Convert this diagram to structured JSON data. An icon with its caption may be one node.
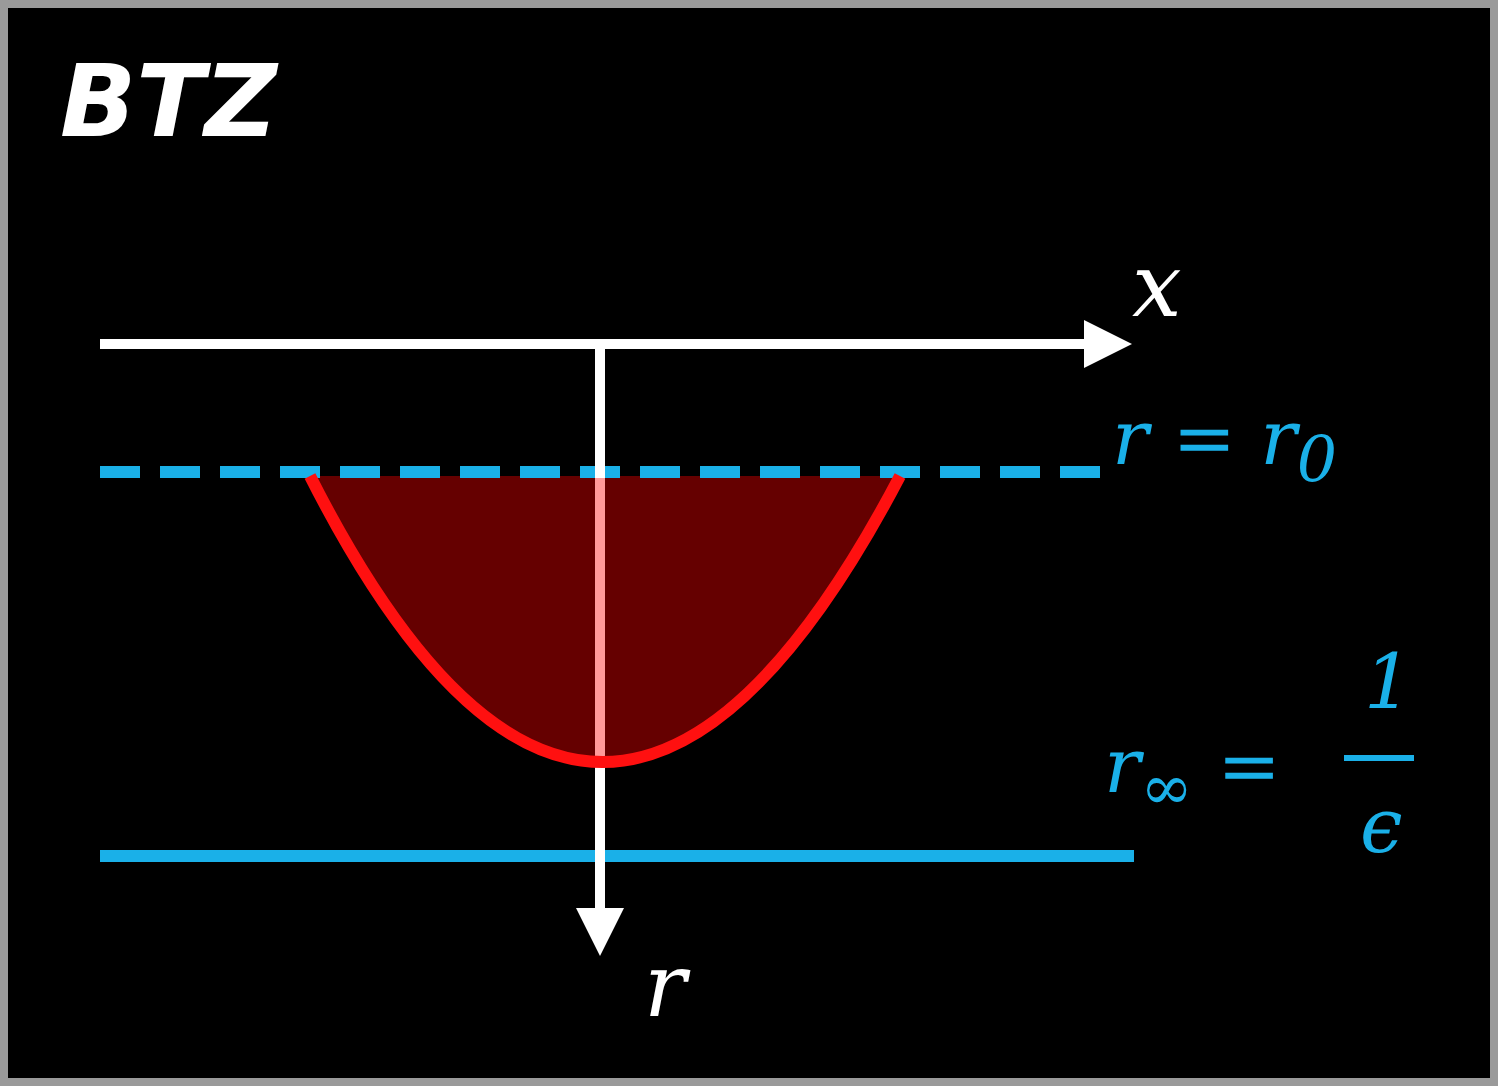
{
  "diagram": {
    "title": "BTZ",
    "labels": [
      "x",
      "r = r$_{0}$",
      "r$_{∞}$ =",
      "1",
      "ϵ",
      "r"
    ]
  }
}
